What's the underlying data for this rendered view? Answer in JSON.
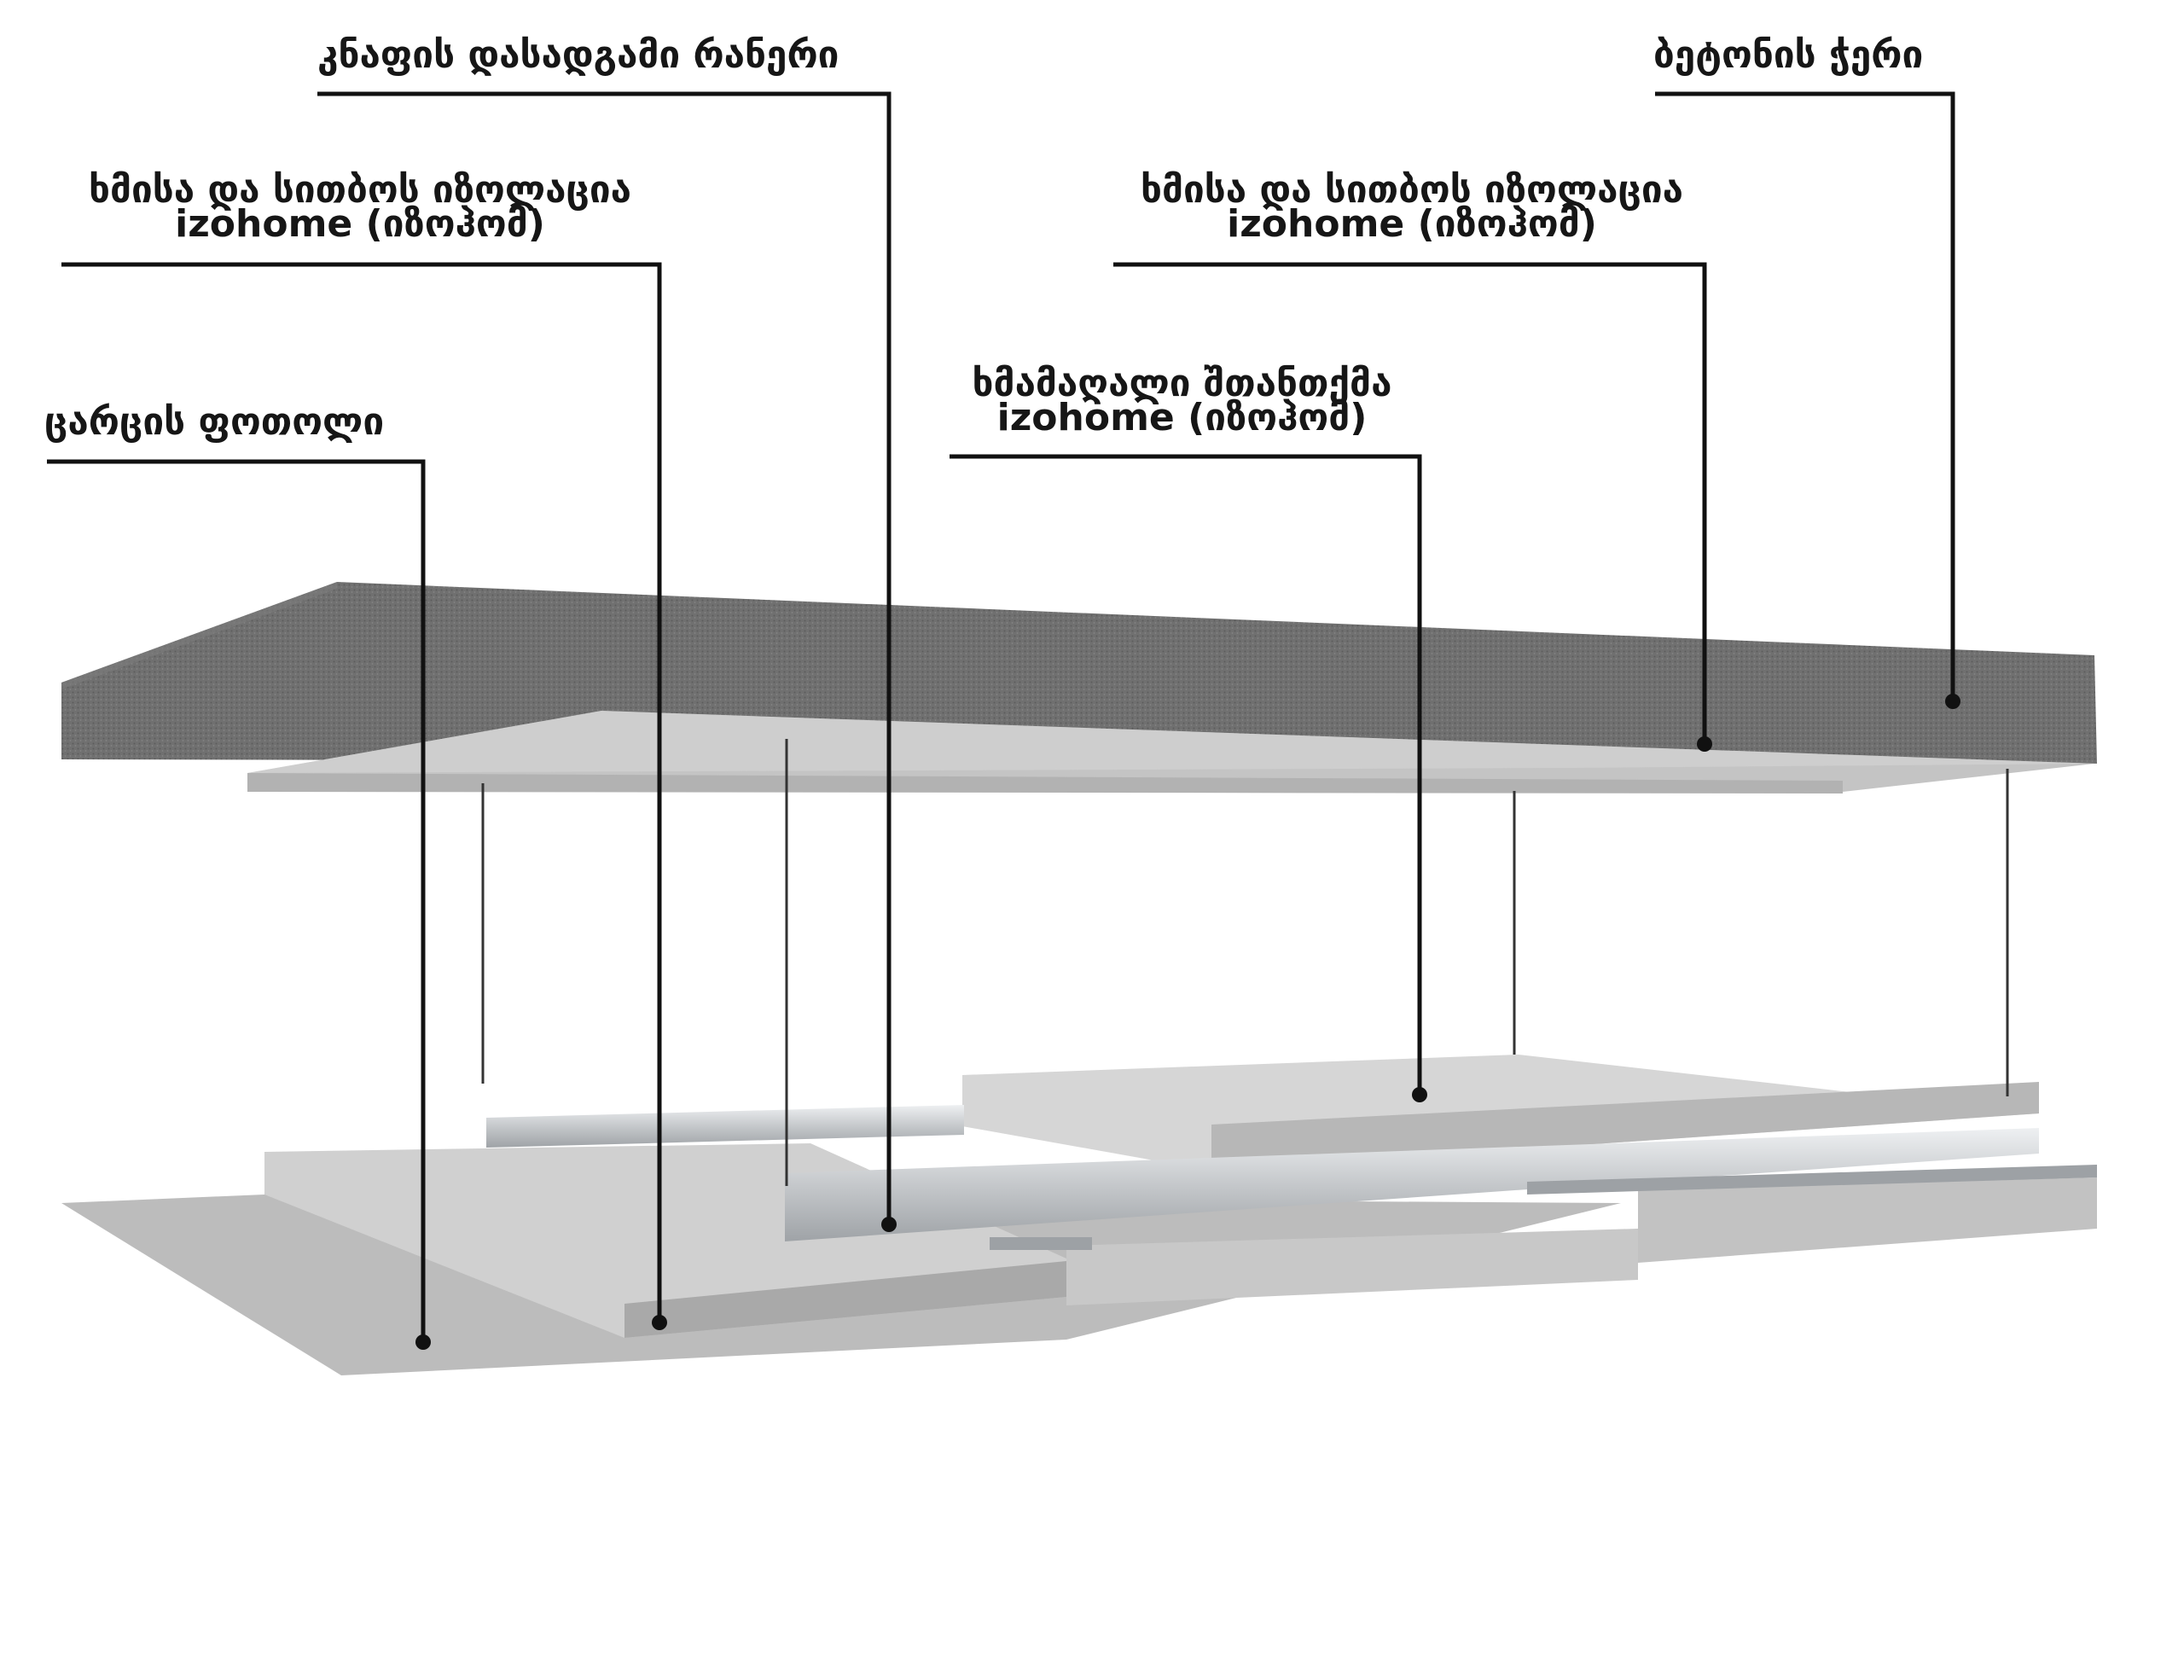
{
  "labels": {
    "runner": "კნაფის დასადგამი რანერი",
    "concrete": "ბეტონის ჭერი",
    "insulation_left": {
      "line1": "ხმისა და სითბოს იზოლაცია",
      "line2": "izohome (იზოჰომ)"
    },
    "insulation_right": {
      "line1": "ხმისა და სითბოს იზოლაცია",
      "line2": "izohome (იზოჰომ)"
    },
    "soundproof": {
      "line1": "ხმამაღალი შთანთქმა",
      "line2": "izohome (იზოჰომ)"
    },
    "film": "ცარცის ფოთოლი"
  },
  "colors": {
    "concrete": "#6e6e6e",
    "panel": "#c9c9c9",
    "floor": "#bdbdbd",
    "metal": "#d4d6d8",
    "leader": "#111111"
  }
}
